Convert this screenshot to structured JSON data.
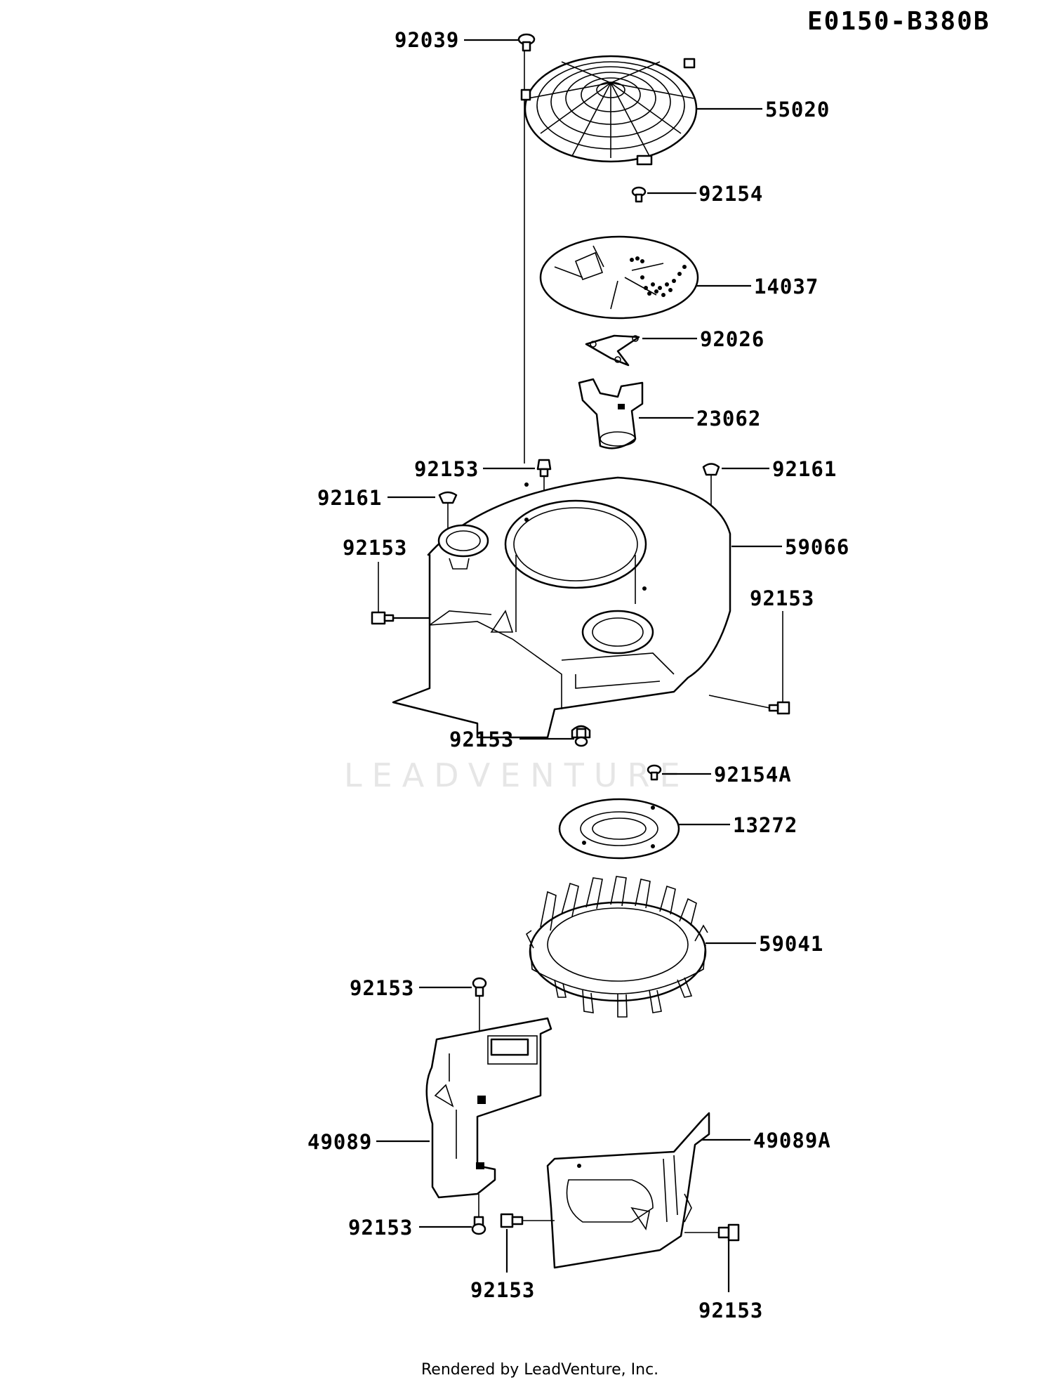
{
  "diagram_code": "E0150-B380B",
  "watermark": "LEADVENTURE",
  "footer": "Rendered by LeadVenture, Inc.",
  "parts": {
    "p92039": "92039",
    "p55020": "55020",
    "p92154": "92154",
    "p14037": "14037",
    "p92026": "92026",
    "p23062": "23062",
    "p92153_a": "92153",
    "p92161_r": "92161",
    "p92161_l": "92161",
    "p92153_b": "92153",
    "p59066": "59066",
    "p92153_c": "92153",
    "p92153_d": "92153",
    "p92154A": "92154A",
    "p13272": "13272",
    "p59041": "59041",
    "p92153_e": "92153",
    "p49089": "49089",
    "p49089A": "49089A",
    "p92153_f": "92153",
    "p92153_g": "92153",
    "p92153_h": "92153"
  }
}
